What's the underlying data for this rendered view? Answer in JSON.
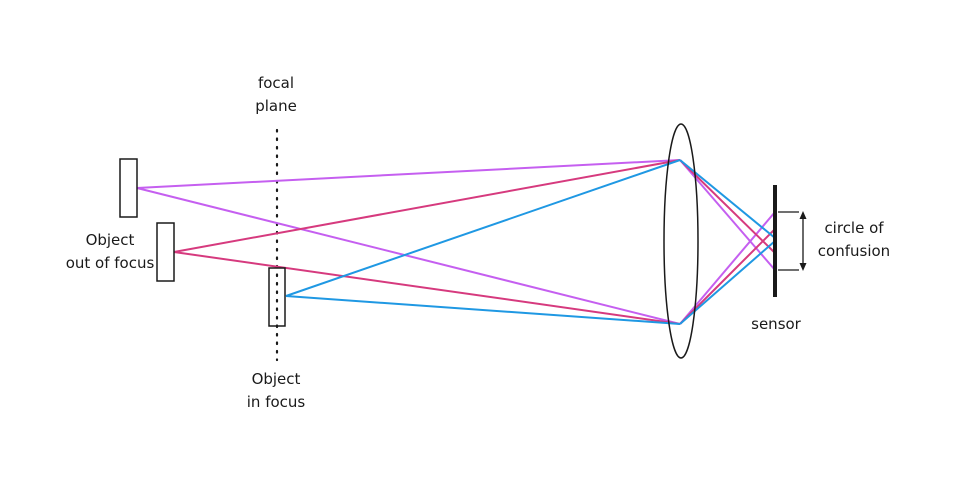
{
  "labels": {
    "focal_plane": [
      "focal",
      "plane"
    ],
    "object_out_of_focus": [
      "Object",
      "out of focus"
    ],
    "object_in_focus": [
      "Object",
      "in focus"
    ],
    "circle_of_confusion": [
      "circle of",
      "confusion"
    ],
    "sensor": "sensor"
  },
  "colors": {
    "ray_violet": "#c55ff0",
    "ray_magenta": "#d63a7e",
    "ray_blue": "#1f98e3",
    "outline": "#1a1a1a"
  },
  "icons": {
    "lens": "ellipse-lens-icon",
    "sensor": "vertical-bar-icon",
    "arrow": "double-arrow-icon"
  }
}
